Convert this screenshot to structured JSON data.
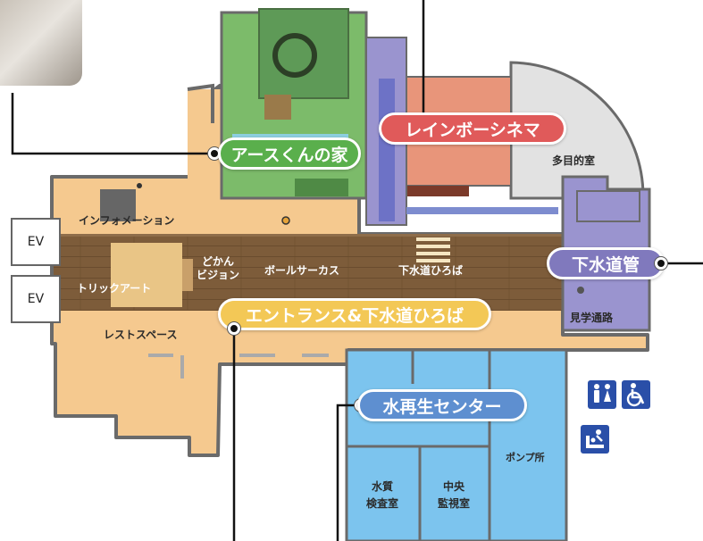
{
  "callouts": {
    "rainbow_cinema": "レインボーシネマ",
    "earth_kun_house": "アースくんの家",
    "sewer_pipe": "下水道管",
    "entrance_plaza": "エントランス&下水道ひろば",
    "water_reclamation": "水再生センター"
  },
  "rooms": {
    "multipurpose": "多目的室",
    "information": "インフォメーション",
    "trick_art": "トリックアート",
    "dokan_vision_1": "どかん",
    "dokan_vision_2": "ビジョン",
    "ball_circus": "ボールサーカス",
    "sewer_plaza": "下水道ひろば",
    "tour_path": "見学通路",
    "rest_space": "レストスペース",
    "pump_station": "ポンプ所",
    "water_quality_1": "水質",
    "water_quality_2": "検査室",
    "central_monitor_1": "中央",
    "central_monitor_2": "監視室"
  },
  "elevators": [
    "EV",
    "EV"
  ],
  "icons": {
    "restroom": "restroom-icon",
    "wheelchair": "wheelchair-icon",
    "baby_changing": "baby-changing-icon"
  },
  "colors": {
    "floor": "#f5c98f",
    "corridor": "#7a5a38",
    "cinema": "#e8957a",
    "cinema_label": "#e05a5a",
    "earth_house": "#7cbb6a",
    "earth_label": "#5aaf4c",
    "sewer": "#9a94cf",
    "sewer_label": "#8079bd",
    "plaza_label": "#f3c856",
    "water_center": "#7cc4ee",
    "water_label": "#5e8fd0",
    "multipurpose": "#e2e2e2",
    "accessibility": "#2a4fa8"
  }
}
